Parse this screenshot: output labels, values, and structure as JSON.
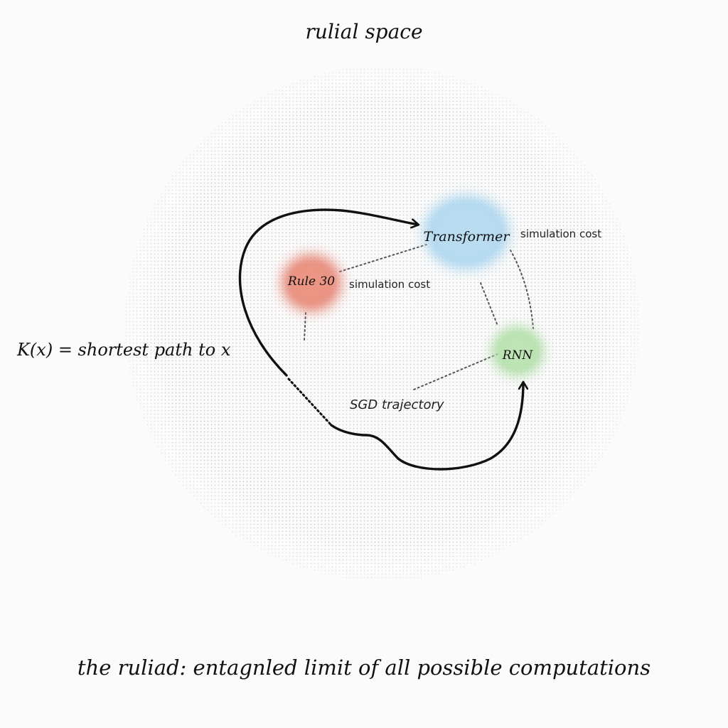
{
  "title": "rulial space",
  "caption": "the ruliad: entagnled limit of all possible computations",
  "nodes": {
    "transformer": {
      "label": "Transformer",
      "color": "#a9d4ee"
    },
    "rule30": {
      "label": "Rule 30",
      "color": "#e57f6e"
    },
    "rnn": {
      "label": "RNN",
      "color": "#a9dba0"
    }
  },
  "annotations": {
    "sim_cost_transformer": "simulation cost",
    "sim_cost_rule30": "simulation cost",
    "sgd_trajectory": "SGD trajectory",
    "kolmogorov": "K(x) = shortest path to x"
  },
  "colors": {
    "background": "#fbfbfb",
    "space_dots": "#c9c9c9",
    "path": "#111111",
    "dotted_link": "#555555"
  }
}
